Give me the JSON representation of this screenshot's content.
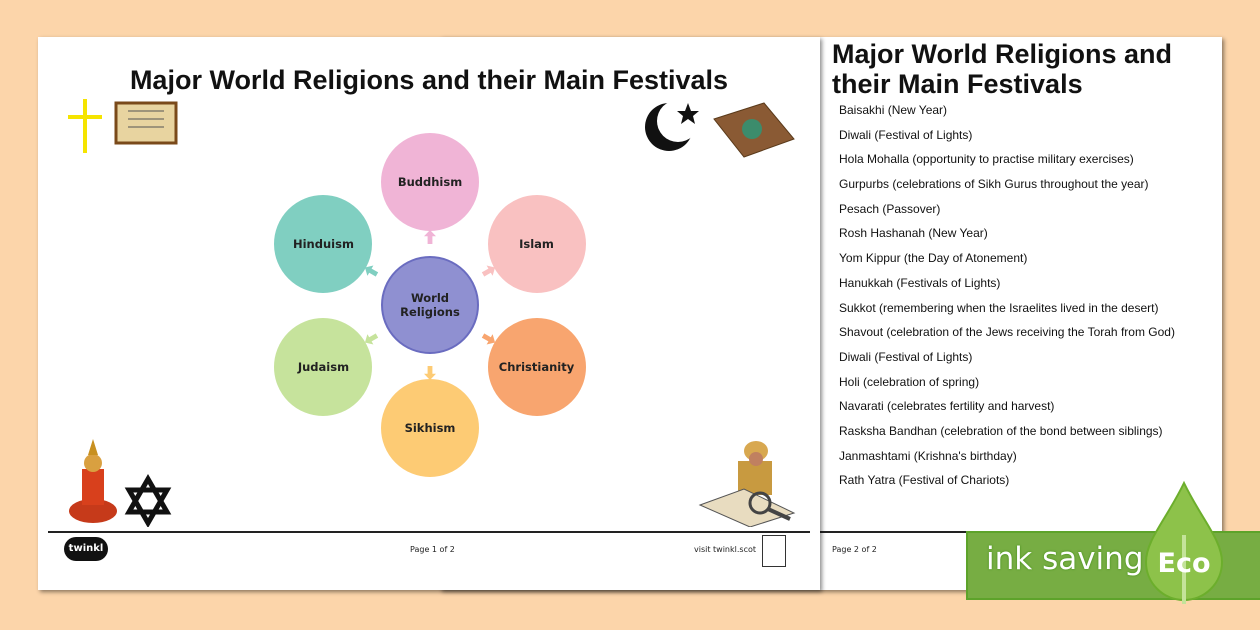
{
  "title": "Major World Religions and their Main Festivals",
  "page2": {
    "title": "Major World Religions and their Main Festivals",
    "festivals": [
      "Baisakhi (New Year)",
      "Diwali (Festival of Lights)",
      "Hola Mohalla (opportunity to practise military exercises)",
      "Gurpurbs (celebrations of Sikh Gurus throughout the year)",
      "Pesach (Passover)",
      "Rosh Hashanah (New Year)",
      "Yom Kippur (the Day of Atonement)",
      " Hanukkah (Festivals of Lights)",
      "Sukkot (remembering when the Israelites lived in the desert)",
      "Shavout (celebration of the Jews receiving the Torah from God)",
      "Diwali (Festival of Lights)",
      "Holi (celebration of spring)",
      "Navarati (celebrates fertility and harvest)",
      "Rasksha Bandhan (celebration of the bond between siblings)",
      "Janmashtami (Krishna's birthday)",
      "Rath Yatra (Festival of Chariots)"
    ],
    "footer_page": "Page 2 of 2"
  },
  "diagram": {
    "center": "World Religions",
    "nodes": [
      {
        "label": "Buddhism",
        "color": "#f0b4d6"
      },
      {
        "label": "Islam",
        "color": "#f9c1c1"
      },
      {
        "label": "Christianity",
        "color": "#f8a56f"
      },
      {
        "label": "Sikhism",
        "color": "#fdcb74"
      },
      {
        "label": "Judaism",
        "color": "#c6e39c"
      },
      {
        "label": "Hinduism",
        "color": "#80cfc1"
      }
    ],
    "center_color": "#8f90d1"
  },
  "footer": {
    "logo": "twinkl",
    "page": "Page 1 of 2",
    "visit": "visit twinkl.scot"
  },
  "eco": {
    "text": "ink saving",
    "badge": "Eco",
    "color": "#77ad43"
  }
}
